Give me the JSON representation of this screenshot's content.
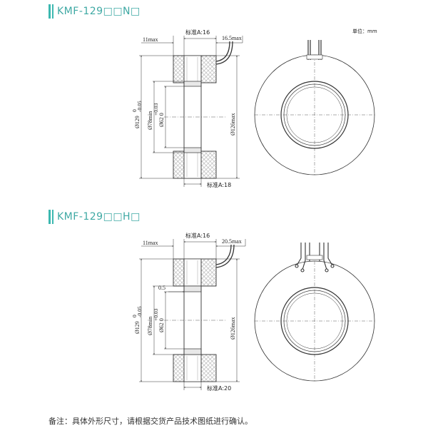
{
  "unit_label": "单位：mm",
  "footnote": "备注：具体外形尺寸，请根据交货产品技术图纸进行确认。",
  "colors": {
    "accent": "#3cb8b0",
    "line": "#333333",
    "hatch": "#999999"
  },
  "drawings": [
    {
      "title": "KMF-129□□N□",
      "dims": {
        "left_max": "11max",
        "std_top": "标准A:16",
        "right_max": "16.5max",
        "std_bottom": "标准A:18",
        "outer_dia": "Ø129",
        "outer_tol": "0",
        "outer_tol2": "-0.05",
        "bore_min": "Ø78min",
        "bore_dia": "Ø62 0",
        "bore_tol": "+0.03",
        "flange_max": "Ø126max"
      }
    },
    {
      "title": "KMF-129□□H□",
      "dims": {
        "left_max": "11max",
        "std_top": "标准A:16",
        "right_max": "20.5max",
        "std_bottom": "标准A:20",
        "gap": "0.5",
        "outer_dia": "Ø129",
        "outer_tol": "0",
        "outer_tol2": "-0.05",
        "bore_min": "Ø78min",
        "bore_dia": "Ø62 0",
        "bore_tol": "+0.03",
        "flange_max": "Ø126max"
      }
    }
  ]
}
